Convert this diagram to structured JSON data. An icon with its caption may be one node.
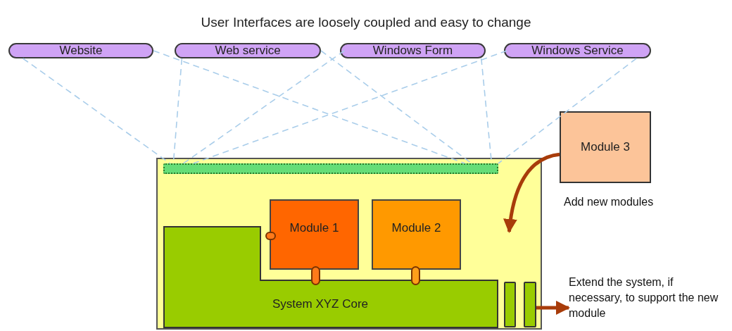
{
  "diagram": {
    "title": "User Interfaces are loosely coupled and easy to change",
    "nodes": [
      {
        "text": [
          "Website"
        ]
      },
      {
        "text": [
          "Web service"
        ]
      },
      {
        "text": [
          "Windows Form"
        ]
      },
      {
        "text": [
          "Windows Service"
        ]
      },
      {
        "text": [],
        "shape": "box"
      },
      {
        "text": [],
        "shape": "bar",
        "in": 4
      },
      {
        "text": [
          "System XYZ Core"
        ],
        "in": 4
      },
      {
        "text": [
          "Module 1"
        ],
        "in": 4
      },
      {
        "text": [
          "Module 2"
        ],
        "in": 4
      },
      {
        "text": [],
        "shape": "bar",
        "in": 4
      },
      {
        "text": [],
        "shape": "bar",
        "in": 4
      },
      {
        "text": [
          "Module 3"
        ],
        "beside": [
          "Add new modules"
        ]
      },
      {
        "text": [
          "Extend the system, if necessary, to support the new module"
        ]
      }
    ],
    "edges": [
      {
        "from": 0,
        "to": 5,
        "arrow": "none",
        "style": "dashed"
      },
      {
        "from": 0,
        "to": 5,
        "arrow": "none",
        "style": "dashed"
      },
      {
        "from": 1,
        "to": 5,
        "arrow": "none",
        "style": "dashed"
      },
      {
        "from": 1,
        "to": 5,
        "arrow": "none",
        "style": "dashed"
      },
      {
        "from": 2,
        "to": 5,
        "arrow": "none",
        "style": "dashed"
      },
      {
        "from": 2,
        "to": 5,
        "arrow": "none",
        "style": "dashed"
      },
      {
        "from": 3,
        "to": 5,
        "arrow": "none",
        "style": "dashed"
      },
      {
        "from": 3,
        "to": 5,
        "arrow": "none",
        "style": "dashed"
      },
      {
        "from": 11,
        "to": 4,
        "arrow": "to",
        "style": "thick",
        "color": "#a83c0a"
      },
      {
        "from": 10,
        "to": 12,
        "arrow": "to",
        "style": "thick",
        "color": "#a83c0a"
      }
    ]
  }
}
